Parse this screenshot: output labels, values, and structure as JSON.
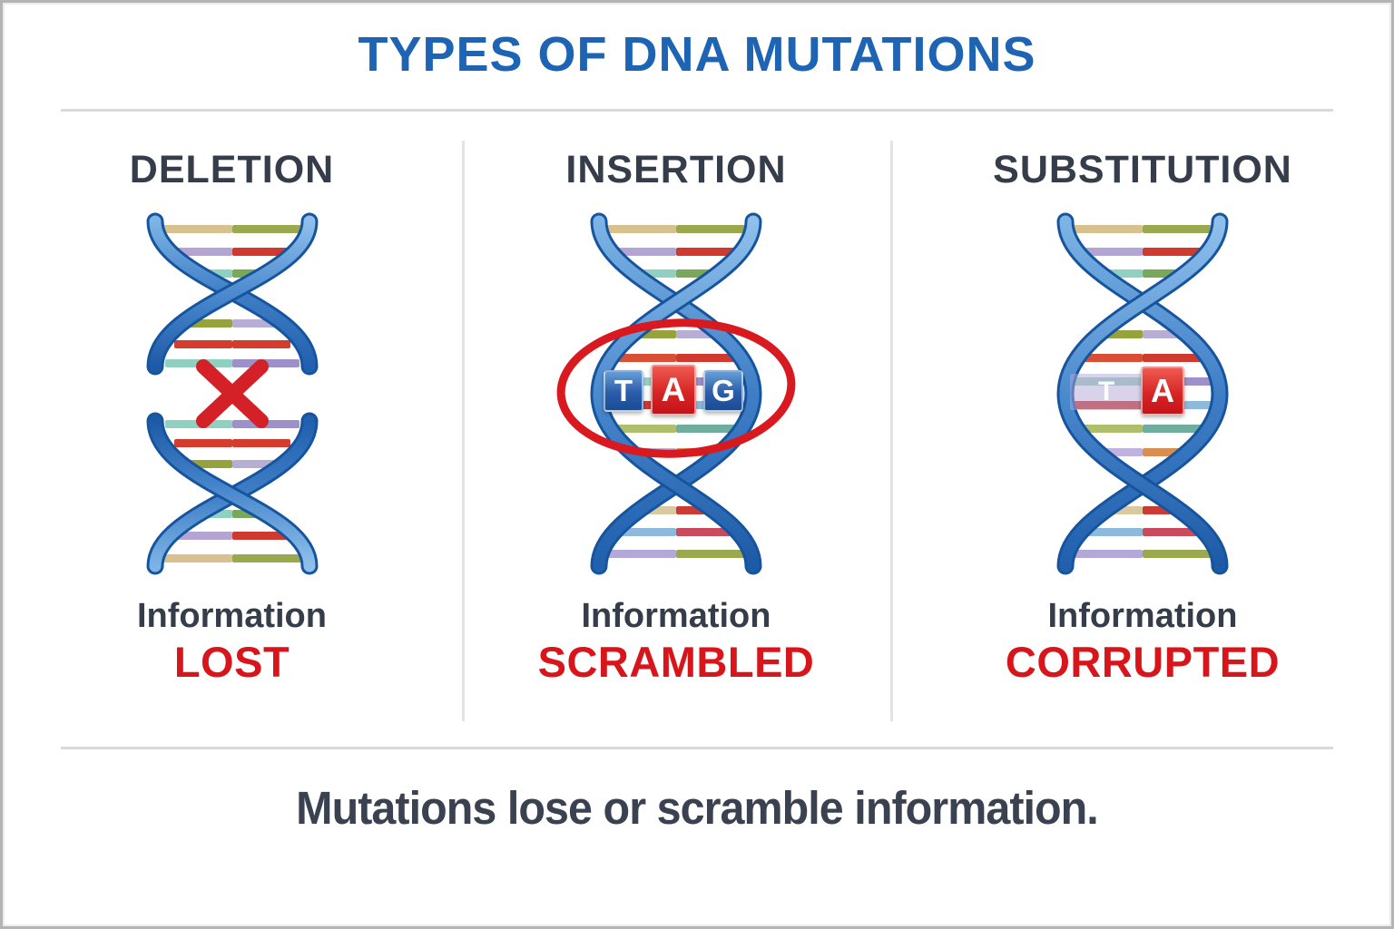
{
  "title": "TYPES OF DNA MUTATIONS",
  "footer": "Mutations lose or scramble information.",
  "columns": [
    {
      "header": "DELETION",
      "info": "Information",
      "result": "LOST"
    },
    {
      "header": "INSERTION",
      "info": "Information",
      "result": "SCRAMBLED",
      "bases": [
        "T",
        "A",
        "G"
      ]
    },
    {
      "header": "SUBSTITUTION",
      "info": "Information",
      "result": "CORRUPTED",
      "bases": [
        "T",
        "A"
      ]
    }
  ],
  "colors": {
    "title_blue": "#1d64b4",
    "heading_dark": "#353c4a",
    "result_red": "#d9151c",
    "helix_blue": "#2a69b5",
    "mark_red": "#d32127",
    "divider_gray": "#dadada"
  }
}
